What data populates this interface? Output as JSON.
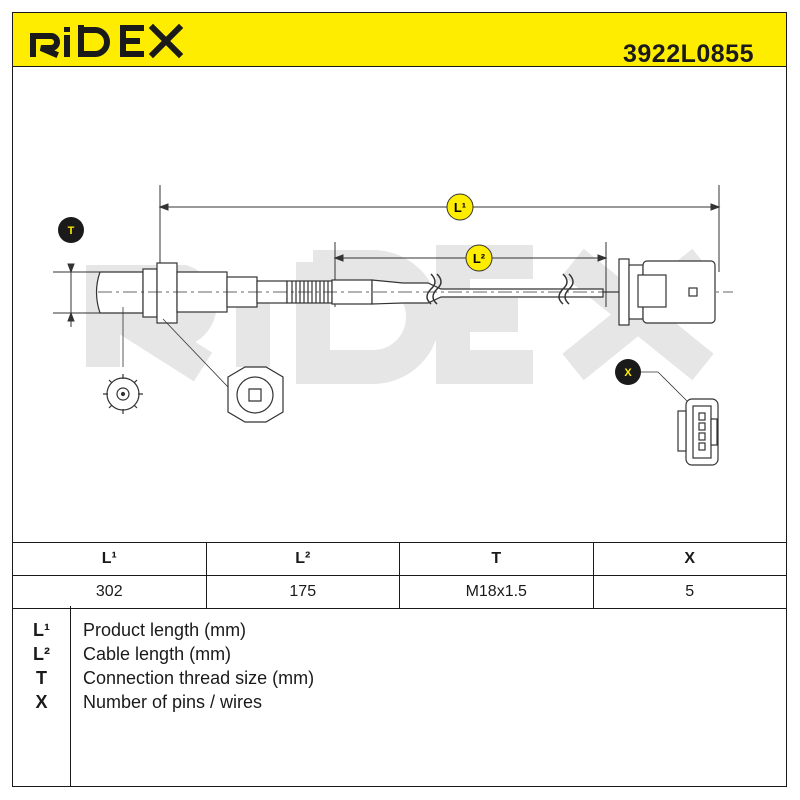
{
  "brand": {
    "logo_text": "RIDEX",
    "part_number": "3922L0855",
    "accent_color": "#ffed00"
  },
  "drawing": {
    "labels": {
      "l1": "L¹",
      "l2": "L²",
      "t": "T",
      "x": "X"
    },
    "watermark": "RIDEX"
  },
  "spec_table": {
    "headers": [
      "L¹",
      "L²",
      "T",
      "X"
    ],
    "values": [
      "302",
      "175",
      "M18x1.5",
      "5"
    ]
  },
  "legend": [
    {
      "key": "L¹",
      "text": "Product length (mm)"
    },
    {
      "key": "L²",
      "text": "Cable length (mm)"
    },
    {
      "key": "T",
      "text": "Connection thread size (mm)"
    },
    {
      "key": "X",
      "text": "Number of pins / wires"
    }
  ]
}
